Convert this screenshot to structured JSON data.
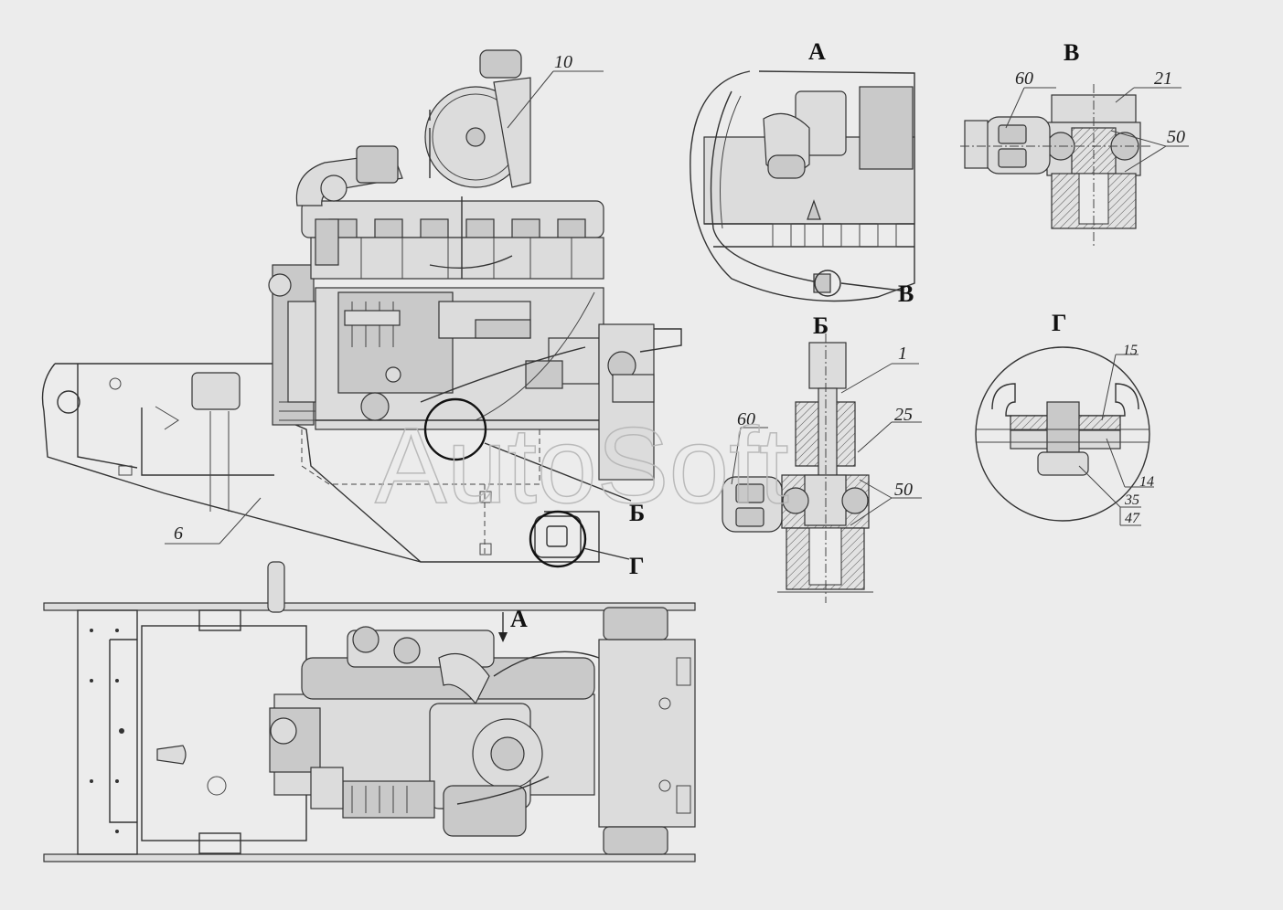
{
  "views": {
    "a": {
      "label": "А",
      "arrow_label": "А"
    },
    "b": {
      "label": "Б",
      "callout": "Б"
    },
    "v": {
      "label": "В",
      "callout": "В"
    },
    "g": {
      "label": "Г",
      "callout": "Г"
    }
  },
  "parts": {
    "p1": "1",
    "p6": "6",
    "p10": "10",
    "p14": "14",
    "p15": "15",
    "p21": "21",
    "p25": "25",
    "p35": "35",
    "p47": "47",
    "p50": "50",
    "p60": "60"
  },
  "watermark": "AutoSoft"
}
